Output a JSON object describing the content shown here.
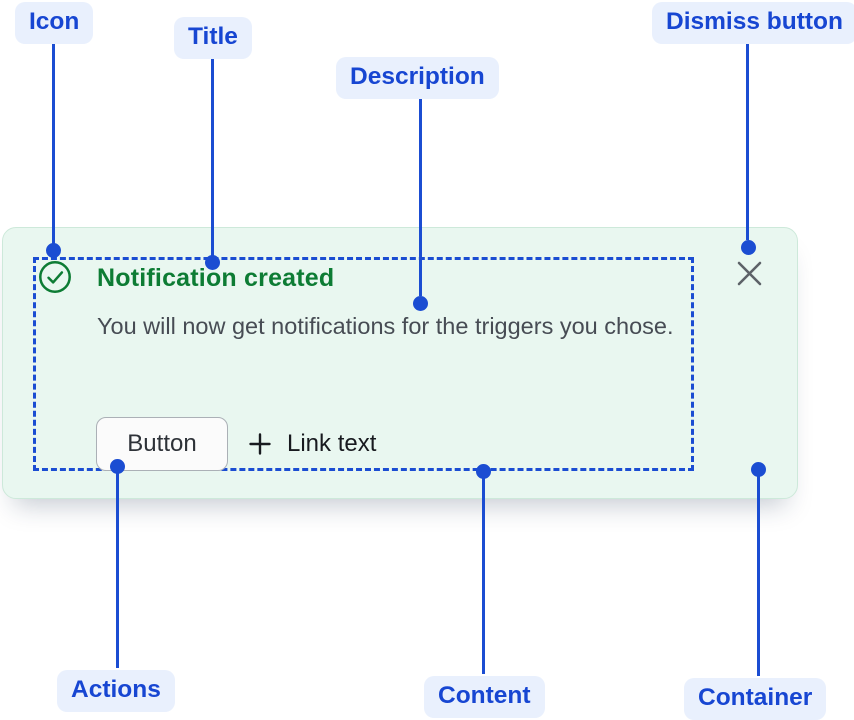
{
  "annotation_labels": {
    "icon": "Icon",
    "title": "Title",
    "description": "Description",
    "dismiss": "Dismiss button",
    "actions": "Actions",
    "content": "Content",
    "container": "Container"
  },
  "flag": {
    "title": "Notification created",
    "description": "You will now get notifications for the triggers you chose.",
    "actions": {
      "button_label": "Button",
      "link_label": "Link text"
    },
    "icons": {
      "status": "success-check-icon",
      "link_prefix": "plus-icon",
      "dismiss": "close-icon"
    },
    "colors": {
      "container_bg": "#E9F7F0",
      "container_border": "#CDE9DA",
      "title_green": "#0D7C34",
      "description_gray": "#474C54",
      "outline_blue": "#1B4DD2",
      "label_pill_bg": "#E9F0FD",
      "label_text_blue": "#1746D2",
      "dismiss_gray": "#5D6268"
    }
  }
}
